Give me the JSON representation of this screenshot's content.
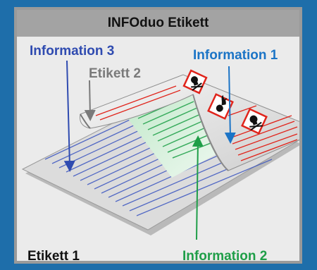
{
  "header": {
    "title": "INFOduo Etikett"
  },
  "labels": {
    "information_3": "Information 3",
    "information_1": "Information 1",
    "etikett_2": "Etikett 2",
    "etikett_1": "Etikett 1",
    "information_2": "Information 2"
  },
  "colors": {
    "background": "#1e6eaa",
    "information_3": "#2f4bb0",
    "information_1": "#1b74c6",
    "etikett_2": "#7a7a7a",
    "information_2": "#1f9e48",
    "hazard_red": "#e0241b"
  },
  "icons": [
    "ghs-skull-icon",
    "ghs-flame-icon",
    "ghs-skull-icon"
  ]
}
